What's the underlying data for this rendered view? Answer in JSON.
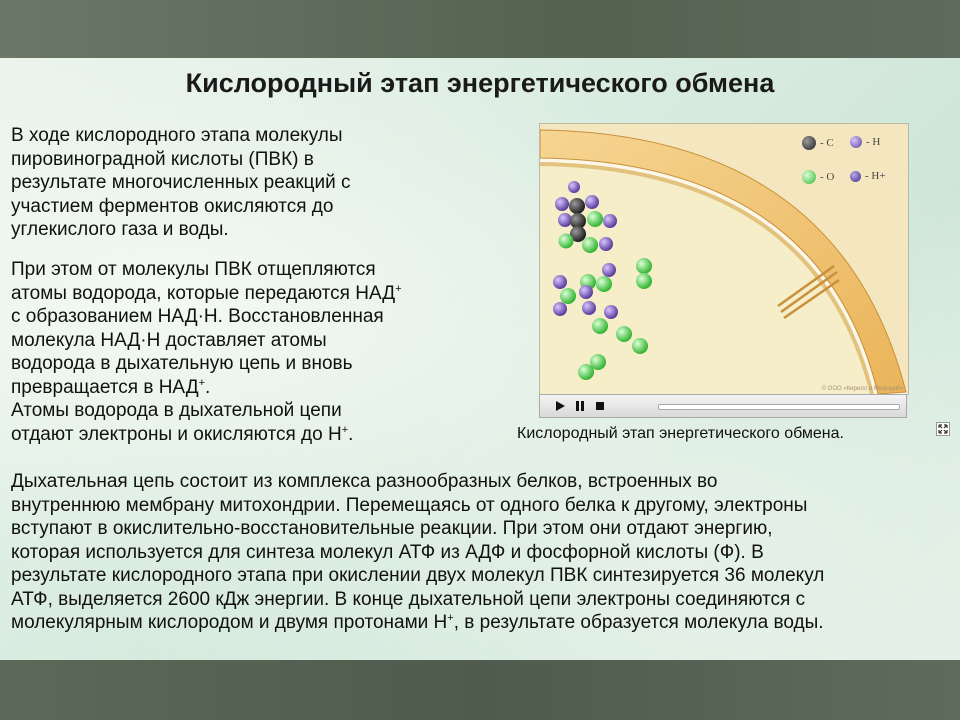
{
  "slide": {
    "title": "Кислородный этап энергетического обмена",
    "paragraph1": "В ходе кислородного этапа молекулы\nпировиноградной кислоты (ПВК) в\nрезультате многочисленных реакций с\nучастием ферментов окисляются до\nуглекислого газа и воды.",
    "paragraph2": {
      "a": "При этом от молекулы ПВК отщепляются\nатомы водорода, которые передаются НАД",
      "a_sup": "+",
      "b": "\nс образованием НАД·Н. Восстановленная\nмолекула НАД·Н доставляет атомы\nводорода в дыхательную цепь и вновь\nпревращается в НАД",
      "b_sup": "+",
      "c": ".\nАтомы водорода в дыхательной цепи\nотдают электроны и окисляются до Н",
      "c_sup": "+",
      "d": "."
    },
    "paragraph3": {
      "a": " Дыхательная цепь состоит из комплекса разнообразных белков, встроенных во\nвнутреннюю мембрану митохондрии. Перемещаясь от одного белка к другому, электроны\nвступают в окислительно-восстановительные реакции. При этом они отдают энергию,\nкоторая используется для синтеза молекул АТФ из АДФ и фосфорной кислоты (Ф). В\nрезультате кислородного этапа при окислении двух молекул ПВК синтезируется 36 молекул\nАТФ, выделяется 2600 кДж энергии. В конце дыхательной цепи электроны соединяются с\nмолекулярным кислородом и двумя протонами Н",
      "a_sup": "+",
      "b": ", в результате образуется молекула воды."
    }
  },
  "figure": {
    "legend": {
      "carbon": "- C",
      "hydrogen": "- H",
      "oxygen": "- O",
      "proton": "- H",
      "proton_sup": "+"
    },
    "copyright": "© ООО «Кирилл и Мефодий»",
    "caption": "Кислородный этап энергетического обмена.",
    "colors": {
      "carbon": "#3a3a3a",
      "hydrogen": "#6f4fb0",
      "oxygen": "#59d659",
      "membrane": "#f2c97c",
      "membrane_edge": "#c9903b"
    }
  },
  "player": {
    "play_icon": "play-icon",
    "pause_icon": "pause-icon",
    "stop_icon": "stop-icon"
  },
  "expand_icon": "expand-icon"
}
